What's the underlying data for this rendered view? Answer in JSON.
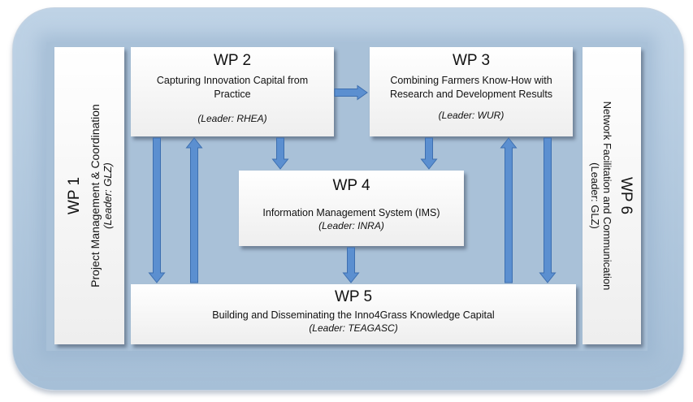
{
  "wp1": {
    "title": "WP 1",
    "subtitle": "Project Management & Coordination",
    "leader": "(Leader: GLZ)"
  },
  "wp2": {
    "title": "WP 2",
    "subtitle": "Capturing Innovation Capital from Practice",
    "leader": "(Leader: RHEA)"
  },
  "wp3": {
    "title": "WP 3",
    "subtitle": "Combining Farmers Know-How with Research and Development Results",
    "leader": "(Leader: WUR)"
  },
  "wp4": {
    "title": "WP 4",
    "subtitle": "Information Management System (IMS)",
    "leader": "(Leader: INRA)"
  },
  "wp5": {
    "title": "WP 5",
    "subtitle": "Building and Disseminating the Inno4Grass Knowledge Capital",
    "leader": "(Leader: TEAGASC)"
  },
  "wp6": {
    "title": "WP 6",
    "subtitle": "Network Facilitation and Communication",
    "leader": "(Leader: GLZ)"
  },
  "colors": {
    "arrow_fill": "#5b8fd0",
    "arrow_stroke": "#3d6fb0",
    "panel": "#a9c1d8"
  }
}
